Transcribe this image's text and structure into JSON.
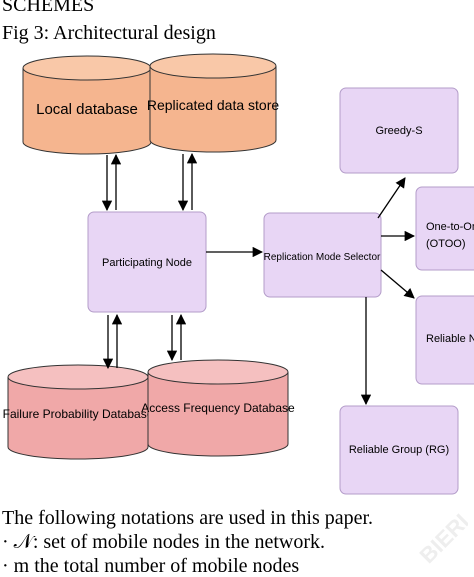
{
  "page": {
    "heading": "SCHEMES",
    "figure_caption": "Fig 3: Architectural design",
    "body_line_1": "The following notations are used in this paper.",
    "body_line_2": "· 𝒩: set of mobile nodes in the network.",
    "body_line_3": "· m the total number of mobile nodes"
  },
  "diagram": {
    "local_database": "Local database",
    "replicated_data_store": "Replicated data store",
    "participating_node": "Participating Node",
    "replication_mode_selector": "Replication Mode Selector",
    "greedy_s": "Greedy-S",
    "one_to_one_line1": "One-to-One",
    "one_to_one_line2": "(OTOO)",
    "reliable_neighbor": "Reliable Nei",
    "reliable_group": "Reliable Group (RG)",
    "failure_probability_db": "Failure Probability Database",
    "access_frequency_db": "Access Frequency Database"
  },
  "colors": {
    "db_top_fill": "#f5b58f",
    "db_bottom_fill": "#f0a8a8",
    "process_fill": "#e8d6f5",
    "process_stroke": "#b39cc9"
  },
  "watermark": "BIERI"
}
